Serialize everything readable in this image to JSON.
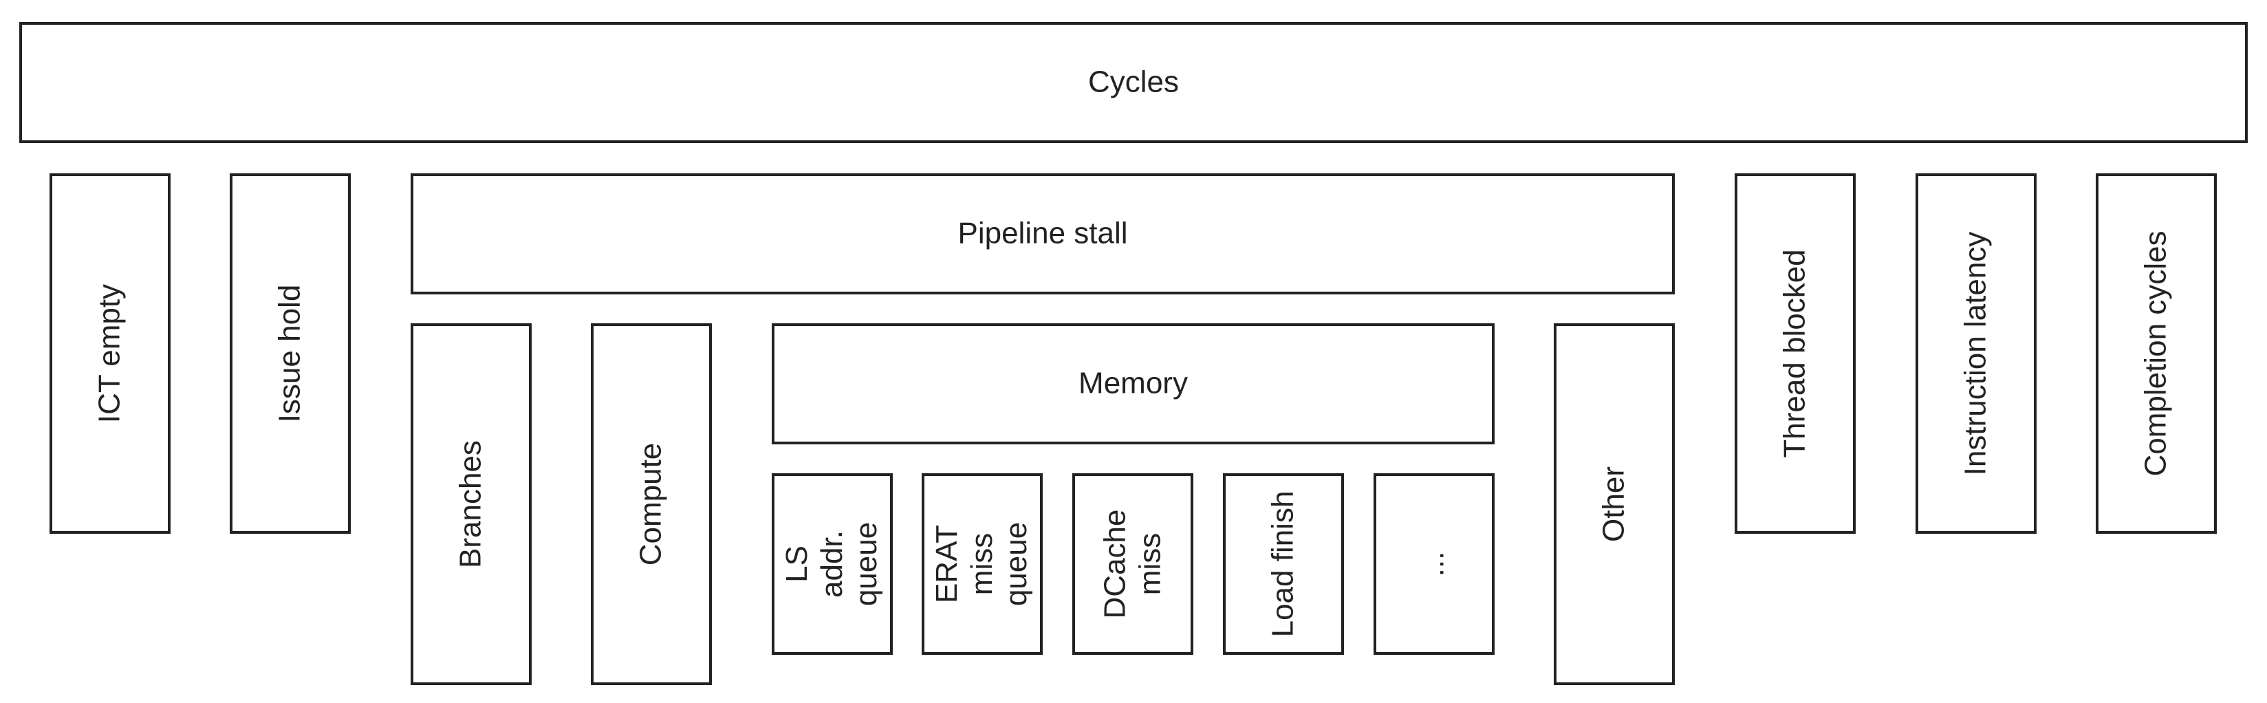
{
  "diagram": {
    "cycles": "Cycles",
    "ict_empty": "ICT empty",
    "issue_hold": "Issue hold",
    "pipeline_stall": "Pipeline stall",
    "thread_blocked": "Thread blocked",
    "instruction_latency": "Instruction latency",
    "completion_cycles": "Completion cycles",
    "branches": "Branches",
    "compute": "Compute",
    "memory": "Memory",
    "other": "Other",
    "ls_addr_queue": "LS addr.\nqueue",
    "erat_miss_queue": "ERAT miss\nqueue",
    "dcache_miss": "DCache\nmiss",
    "load_finish": "Load finish",
    "ellipsis": "..."
  },
  "colors": {
    "border": "#222222",
    "text": "#222222",
    "background": "#ffffff"
  }
}
